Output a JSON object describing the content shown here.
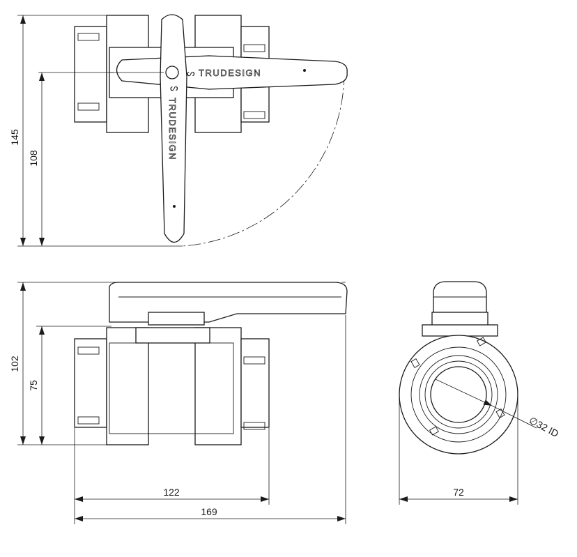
{
  "drawing": {
    "brand_text": "TRUDESIGN",
    "dimensions": {
      "top_overall_height": "145",
      "top_center_height": "108",
      "side_overall_height": "102",
      "side_body_height": "75",
      "body_length": "122",
      "handle_length": "169",
      "end_width": "72",
      "bore_label": "32 ID",
      "bore_symbol": "∅"
    }
  }
}
